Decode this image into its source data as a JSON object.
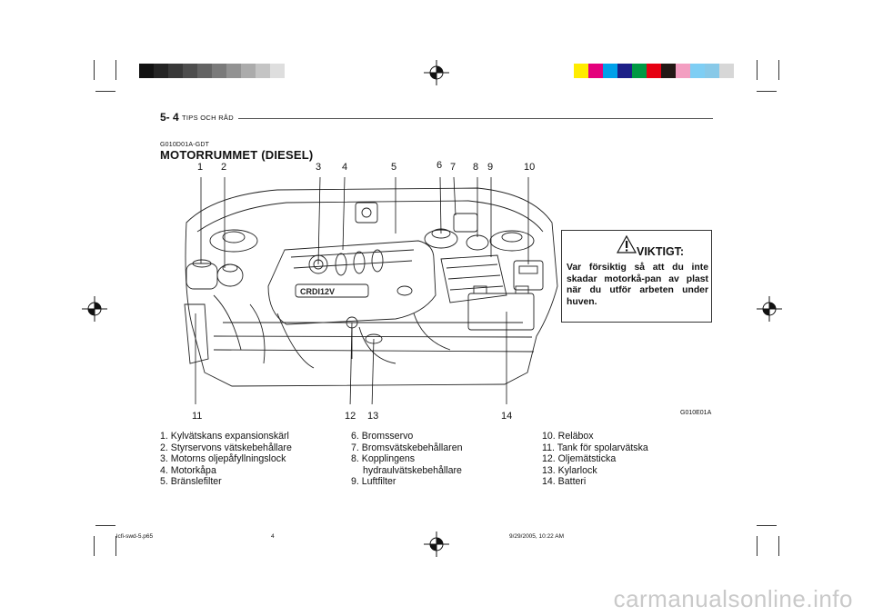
{
  "header": {
    "page_number": "5- 4",
    "section": "TIPS OCH RÅD"
  },
  "section_code": "G010D01A-GDT",
  "section_title": "MOTORRUMMET (DIESEL)",
  "figure": {
    "callouts_top": [
      "1",
      "2",
      "3",
      "4",
      "5",
      "6",
      "7",
      "8",
      "9",
      "10"
    ],
    "callouts_bottom": [
      "11",
      "12",
      "13",
      "14"
    ],
    "engine_label": "CRDI12V",
    "figure_code": "G010E01A"
  },
  "warning": {
    "title": "VIKTIGT:",
    "text": "Var försiktig så att du inte skadar motorkå-pan av plast när du utför arbeten under huven."
  },
  "legend": {
    "col1": [
      "1. Kylvätskans expansionskärl",
      "2. Styrservons vätskebehållare",
      "3. Motorns oljepåfyllningslock",
      "4. Motorkåpa",
      "5. Bränslefilter"
    ],
    "col2": [
      "6. Bromsservo",
      "7. Bromsvätskebehållaren",
      "8. Kopplingens",
      "hydraulvätskebehållare",
      "9. Luftfilter"
    ],
    "col3": [
      "10. Reläbox",
      "11. Tank för spolarvätska",
      "12. Oljemätsticka",
      "13. Kylarlock",
      "14. Batteri"
    ]
  },
  "footer": {
    "file": "lcfi-swd-5.p65",
    "page": "4",
    "date": "9/29/2005, 10:22 AM"
  },
  "watermark": "carmanualsonline.info",
  "colors": {
    "grayscale_bar": [
      "#111111",
      "#242424",
      "#383838",
      "#4d4d4d",
      "#636363",
      "#7a7a7a",
      "#929292",
      "#ababab",
      "#c4c4c4",
      "#dedede"
    ],
    "color_bar": [
      "#ffec00",
      "#e4007c",
      "#00a0e9",
      "#1d2088",
      "#009944",
      "#e60012",
      "#231815",
      "#f39ec1",
      "#7ecef4",
      "#88c9e8",
      "#d7d7d7"
    ]
  }
}
